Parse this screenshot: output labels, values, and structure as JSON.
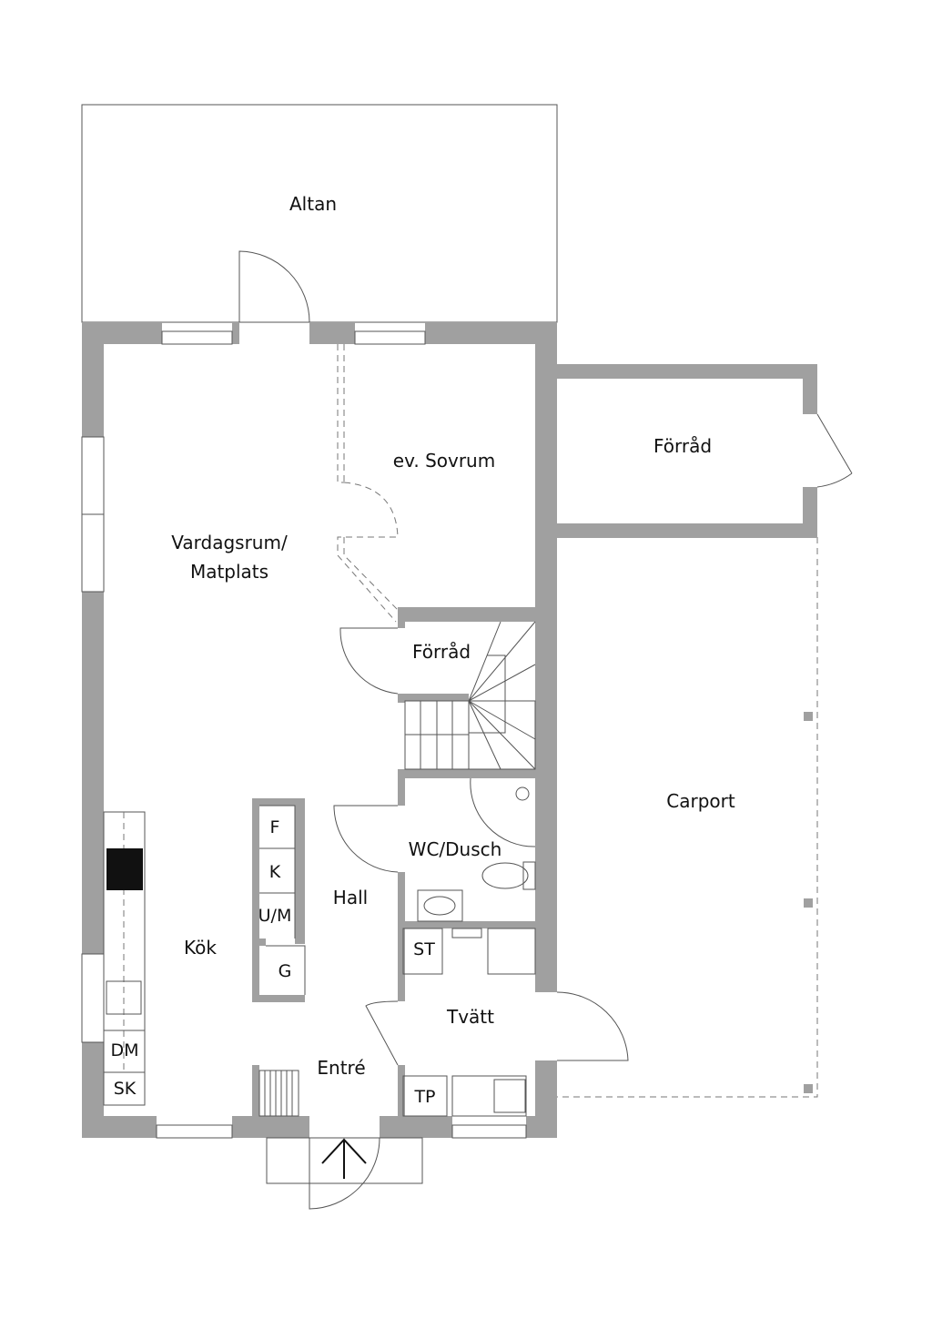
{
  "rooms": {
    "altan": "Altan",
    "sovrum": "ev. Sovrum",
    "forrad_annex": "Förråd",
    "vardagsrum_line1": "Vardagsrum/",
    "vardagsrum_line2": "Matplats",
    "forrad_stair": "Förråd",
    "carport": "Carport",
    "wc": "WC/Dusch",
    "hall": "Hall",
    "kok": "Kök",
    "tvatt": "Tvätt",
    "entre": "Entré"
  },
  "appliances": {
    "f": "F",
    "k": "K",
    "um": "U/M",
    "g": "G",
    "st": "ST",
    "tp": "TP",
    "dm": "DM",
    "sk": "SK"
  },
  "colors": {
    "wall": "#a0a0a0",
    "line": "#555555"
  }
}
